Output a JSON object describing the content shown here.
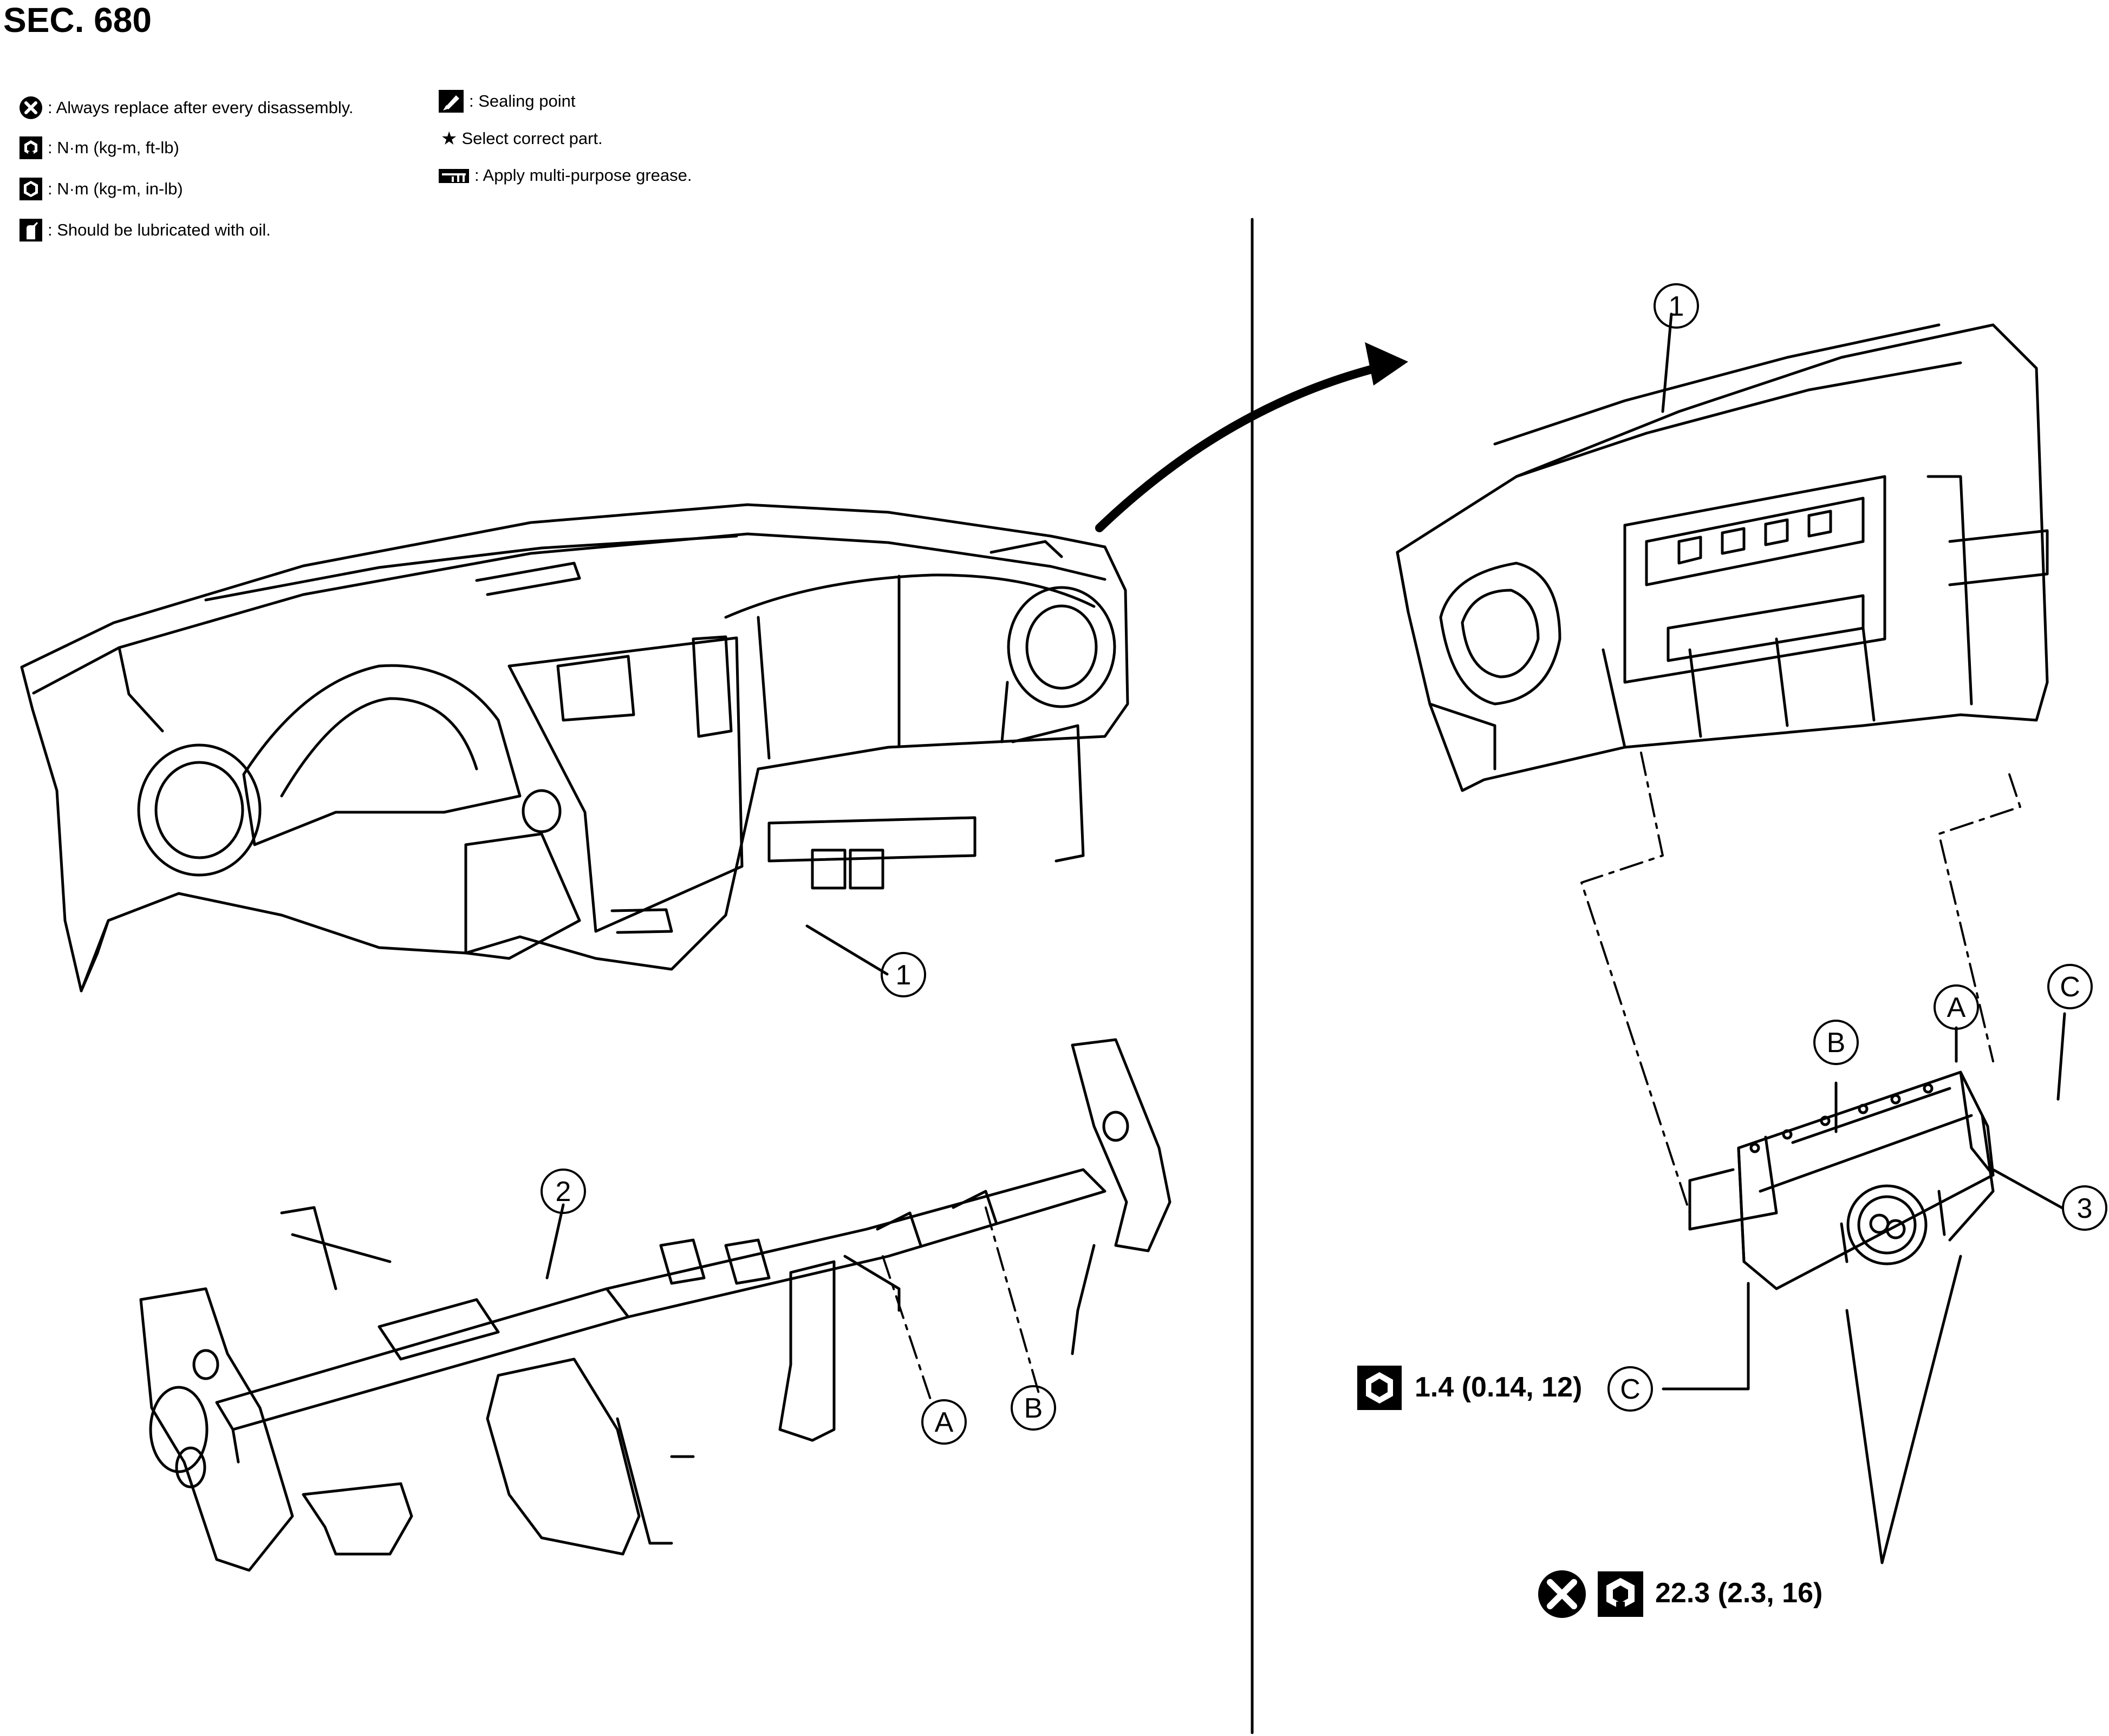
{
  "section": {
    "title": "SEC. 680"
  },
  "legend": [
    {
      "icon": "always-replace-icon",
      "text": ": Always replace after every disassembly."
    },
    {
      "icon": "torque-ft-lb-icon",
      "text": ": N·m (kg-m, ft-lb)"
    },
    {
      "icon": "torque-in-lb-icon",
      "text": ": N·m (kg-m, in-lb)"
    },
    {
      "icon": "lubricate-oil-icon",
      "text": ": Should be lubricated with oil."
    },
    {
      "icon": "sealing-point-icon",
      "text": ": Sealing point"
    },
    {
      "icon": "star-icon",
      "text": "Select correct part."
    },
    {
      "icon": "grease-icon",
      "text": ": Apply multi-purpose grease."
    }
  ],
  "callouts": {
    "part1": "1",
    "part2": "2",
    "part3": "3",
    "ref_a": "A",
    "ref_b": "B",
    "ref_c": "C"
  },
  "specs": {
    "small_screw": "1.4 (0.14, 12)",
    "bolt": "22.3 (2.3, 16)"
  }
}
